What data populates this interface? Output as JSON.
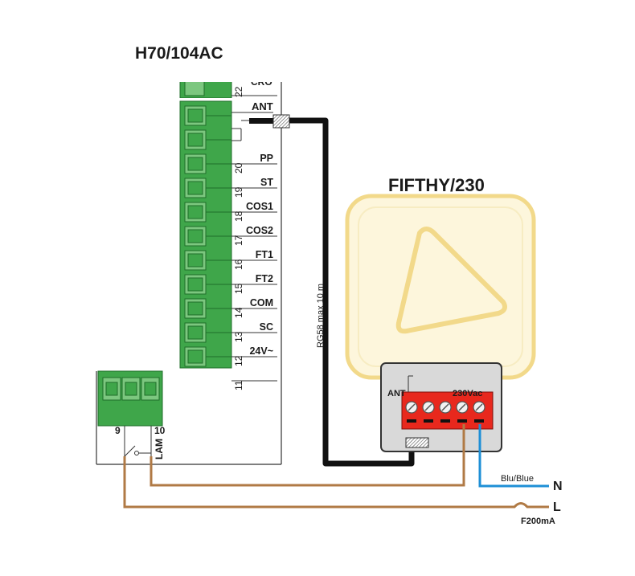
{
  "controller": {
    "title": "H70/104AC",
    "top_terminal": {
      "number": "22",
      "label": "CRO"
    },
    "antenna_label": "ANT",
    "terminals": [
      {
        "number": "20",
        "label": "PP"
      },
      {
        "number": "19",
        "label": "ST"
      },
      {
        "number": "18",
        "label": "COS1"
      },
      {
        "number": "17",
        "label": "COS2"
      },
      {
        "number": "16",
        "label": "FT1"
      },
      {
        "number": "15",
        "label": "FT2"
      },
      {
        "number": "14",
        "label": "COM"
      },
      {
        "number": "13",
        "label": "SC"
      },
      {
        "number": "12",
        "label": "24V~"
      },
      {
        "number": "11",
        "label": ""
      }
    ],
    "lamp_terminals": {
      "left": "9",
      "right": "10",
      "label": "LAM"
    }
  },
  "cable": {
    "label": "RG58 max 10 m",
    "color": "#111111"
  },
  "receiver": {
    "title": "FIFTHY/230",
    "antenna_label": "ANT",
    "voltage_label": "230Vac",
    "terminal_count": 5,
    "terminal_color": "#e8281d",
    "housing_color": "#fdf6dc",
    "housing_border": "#f2d98a"
  },
  "mains": {
    "neutral_label": "N",
    "line_label": "L",
    "neutral_wire_label": "Blu/Blue",
    "fuse_label": "F200mA",
    "brown_color": "#b07a45",
    "blue_color": "#1e8fd6"
  },
  "colors": {
    "terminal_green": "#3fa64a",
    "terminal_green_light": "#7cc77f"
  }
}
